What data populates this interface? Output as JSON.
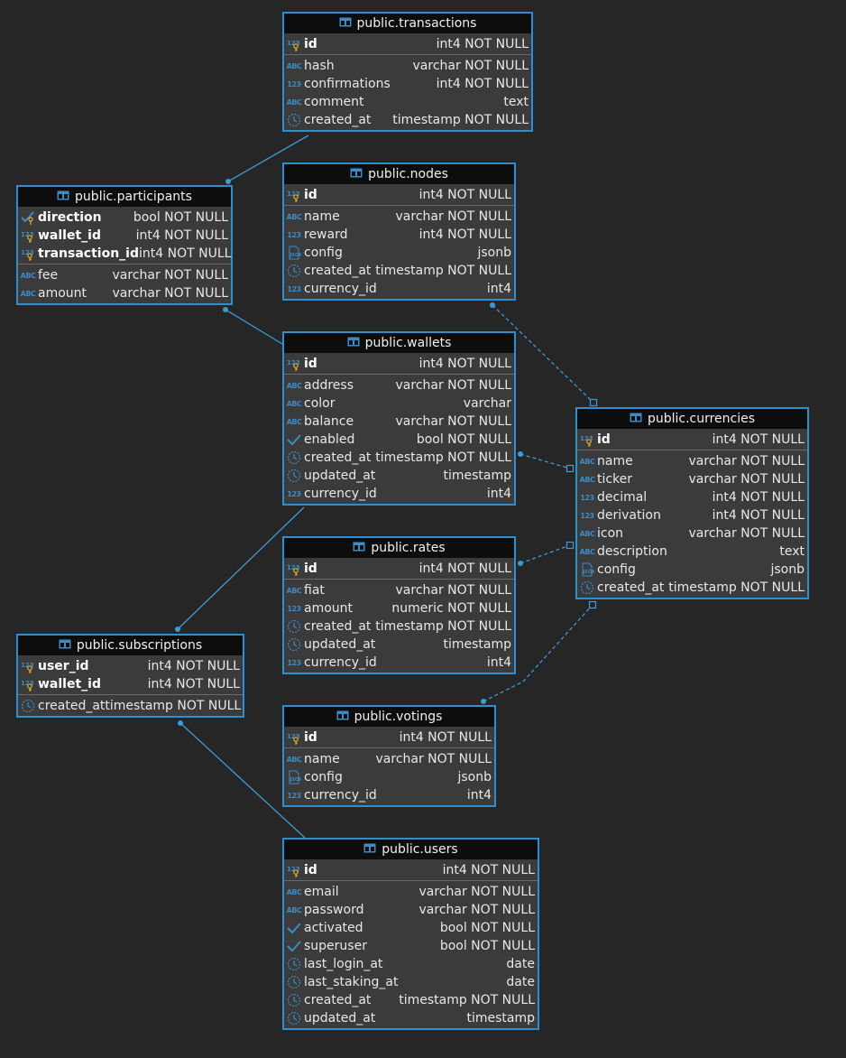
{
  "colors": {
    "background": "#262626",
    "table_border": "#2d8fd0",
    "table_body": "#3b3b3b",
    "table_header": "#0d0d0d",
    "link": "#3a9bd6",
    "icon": "#3d8bc4"
  },
  "tables": {
    "transactions": {
      "title": "public.transactions",
      "keys": [
        {
          "name": "id",
          "type": "int4 NOT NULL",
          "icon": "key-number-icon"
        }
      ],
      "cols": [
        {
          "name": "hash",
          "type": "varchar NOT NULL",
          "icon": "abc-icon"
        },
        {
          "name": "confirmations",
          "type": "int4 NOT NULL",
          "icon": "number-icon"
        },
        {
          "name": "comment",
          "type": "text",
          "icon": "abc-icon"
        },
        {
          "name": "created_at",
          "type": "timestamp NOT NULL",
          "icon": "clock-icon"
        }
      ]
    },
    "participants": {
      "title": "public.participants",
      "keys": [
        {
          "name": "direction",
          "type": "bool NOT NULL",
          "icon": "key-check-icon"
        },
        {
          "name": "wallet_id",
          "type": "int4 NOT NULL",
          "icon": "key-number-icon"
        },
        {
          "name": "transaction_id",
          "type": "int4 NOT NULL",
          "icon": "key-number-icon"
        }
      ],
      "cols": [
        {
          "name": "fee",
          "type": "varchar NOT NULL",
          "icon": "abc-icon"
        },
        {
          "name": "amount",
          "type": "varchar NOT NULL",
          "icon": "abc-icon"
        }
      ]
    },
    "nodes": {
      "title": "public.nodes",
      "keys": [
        {
          "name": "id",
          "type": "int4 NOT NULL",
          "icon": "key-number-icon"
        }
      ],
      "cols": [
        {
          "name": "name",
          "type": "varchar NOT NULL",
          "icon": "abc-icon"
        },
        {
          "name": "reward",
          "type": "int4 NOT NULL",
          "icon": "number-icon"
        },
        {
          "name": "config",
          "type": "jsonb",
          "icon": "json-icon"
        },
        {
          "name": "created_at",
          "type": "timestamp NOT NULL",
          "icon": "clock-icon"
        },
        {
          "name": "currency_id",
          "type": "int4",
          "icon": "number-icon"
        }
      ]
    },
    "wallets": {
      "title": "public.wallets",
      "keys": [
        {
          "name": "id",
          "type": "int4 NOT NULL",
          "icon": "key-number-icon"
        }
      ],
      "cols": [
        {
          "name": "address",
          "type": "varchar NOT NULL",
          "icon": "abc-icon"
        },
        {
          "name": "color",
          "type": "varchar",
          "icon": "abc-icon"
        },
        {
          "name": "balance",
          "type": "varchar NOT NULL",
          "icon": "abc-icon"
        },
        {
          "name": "enabled",
          "type": "bool NOT NULL",
          "icon": "check-icon"
        },
        {
          "name": "created_at",
          "type": "timestamp NOT NULL",
          "icon": "clock-icon"
        },
        {
          "name": "updated_at",
          "type": "timestamp",
          "icon": "clock-icon"
        },
        {
          "name": "currency_id",
          "type": "int4",
          "icon": "number-icon"
        }
      ]
    },
    "currencies": {
      "title": "public.currencies",
      "keys": [
        {
          "name": "id",
          "type": "int4 NOT NULL",
          "icon": "key-number-icon"
        }
      ],
      "cols": [
        {
          "name": "name",
          "type": "varchar NOT NULL",
          "icon": "abc-icon"
        },
        {
          "name": "ticker",
          "type": "varchar NOT NULL",
          "icon": "abc-icon"
        },
        {
          "name": "decimal",
          "type": "int4 NOT NULL",
          "icon": "number-icon"
        },
        {
          "name": "derivation",
          "type": "int4 NOT NULL",
          "icon": "number-icon"
        },
        {
          "name": "icon",
          "type": "varchar NOT NULL",
          "icon": "abc-icon"
        },
        {
          "name": "description",
          "type": "text",
          "icon": "abc-icon"
        },
        {
          "name": "config",
          "type": "jsonb",
          "icon": "json-icon"
        },
        {
          "name": "created_at",
          "type": "timestamp NOT NULL",
          "icon": "clock-icon"
        }
      ]
    },
    "rates": {
      "title": "public.rates",
      "keys": [
        {
          "name": "id",
          "type": "int4 NOT NULL",
          "icon": "key-number-icon"
        }
      ],
      "cols": [
        {
          "name": "fiat",
          "type": "varchar NOT NULL",
          "icon": "abc-icon"
        },
        {
          "name": "amount",
          "type": "numeric NOT NULL",
          "icon": "number-icon"
        },
        {
          "name": "created_at",
          "type": "timestamp NOT NULL",
          "icon": "clock-icon"
        },
        {
          "name": "updated_at",
          "type": "timestamp",
          "icon": "clock-icon"
        },
        {
          "name": "currency_id",
          "type": "int4",
          "icon": "number-icon"
        }
      ]
    },
    "subscriptions": {
      "title": "public.subscriptions",
      "keys": [
        {
          "name": "user_id",
          "type": "int4 NOT NULL",
          "icon": "key-number-icon"
        },
        {
          "name": "wallet_id",
          "type": "int4 NOT NULL",
          "icon": "key-number-icon"
        }
      ],
      "cols": [
        {
          "name": "created_at",
          "type": "timestamp NOT NULL",
          "icon": "clock-icon"
        }
      ]
    },
    "votings": {
      "title": "public.votings",
      "keys": [
        {
          "name": "id",
          "type": "int4 NOT NULL",
          "icon": "key-number-icon"
        }
      ],
      "cols": [
        {
          "name": "name",
          "type": "varchar NOT NULL",
          "icon": "abc-icon"
        },
        {
          "name": "config",
          "type": "jsonb",
          "icon": "json-icon"
        },
        {
          "name": "currency_id",
          "type": "int4",
          "icon": "number-icon"
        }
      ]
    },
    "users": {
      "title": "public.users",
      "keys": [
        {
          "name": "id",
          "type": "int4 NOT NULL",
          "icon": "key-number-icon"
        }
      ],
      "cols": [
        {
          "name": "email",
          "type": "varchar NOT NULL",
          "icon": "abc-icon"
        },
        {
          "name": "password",
          "type": "varchar NOT NULL",
          "icon": "abc-icon"
        },
        {
          "name": "activated",
          "type": "bool NOT NULL",
          "icon": "check-icon"
        },
        {
          "name": "superuser",
          "type": "bool NOT NULL",
          "icon": "check-icon"
        },
        {
          "name": "last_login_at",
          "type": "date",
          "icon": "clock-icon"
        },
        {
          "name": "last_staking_at",
          "type": "date",
          "icon": "clock-icon"
        },
        {
          "name": "created_at",
          "type": "timestamp NOT NULL",
          "icon": "clock-icon"
        },
        {
          "name": "updated_at",
          "type": "timestamp",
          "icon": "clock-icon"
        }
      ]
    }
  },
  "relations": [
    {
      "from": "participants",
      "to": "transactions",
      "style": "solid"
    },
    {
      "from": "participants",
      "to": "wallets",
      "style": "solid"
    },
    {
      "from": "subscriptions",
      "to": "wallets",
      "style": "solid"
    },
    {
      "from": "subscriptions",
      "to": "users",
      "style": "solid"
    },
    {
      "from": "nodes",
      "to": "currencies",
      "style": "dashed"
    },
    {
      "from": "wallets",
      "to": "currencies",
      "style": "dashed"
    },
    {
      "from": "rates",
      "to": "currencies",
      "style": "dashed"
    },
    {
      "from": "votings",
      "to": "currencies",
      "style": "dashed"
    }
  ]
}
